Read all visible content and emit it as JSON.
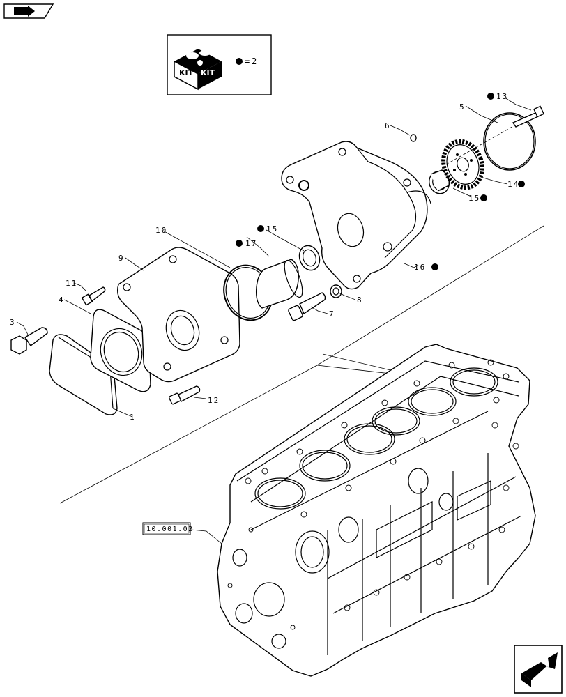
{
  "kit_box": {
    "kit_left": "KIT",
    "kit_right": "KIT",
    "legend_equals": "=",
    "legend_number": "2"
  },
  "callouts": [
    {
      "id": "1",
      "text": "1"
    },
    {
      "id": "3",
      "text": "3"
    },
    {
      "id": "4",
      "text": "4"
    },
    {
      "id": "5",
      "text": "5"
    },
    {
      "id": "6",
      "text": "6"
    },
    {
      "id": "7",
      "text": "7"
    },
    {
      "id": "8",
      "text": "8"
    },
    {
      "id": "9",
      "text": "9"
    },
    {
      "id": "10",
      "text": "10"
    },
    {
      "id": "11",
      "text": "11"
    },
    {
      "id": "12",
      "text": "12"
    },
    {
      "id": "13",
      "text": "13"
    },
    {
      "id": "14",
      "text": "14"
    },
    {
      "id": "15a",
      "text": "15"
    },
    {
      "id": "15b",
      "text": "15"
    },
    {
      "id": "16",
      "text": "16"
    },
    {
      "id": "17",
      "text": "17"
    }
  ],
  "reference_box": {
    "text": "10.001.02"
  },
  "icons": {
    "top_left": "arrow-flag-icon",
    "bottom_right": "next-page-arrow-icon",
    "kit": "kit-box-icon",
    "bullet": "kit-bullet-icon"
  }
}
